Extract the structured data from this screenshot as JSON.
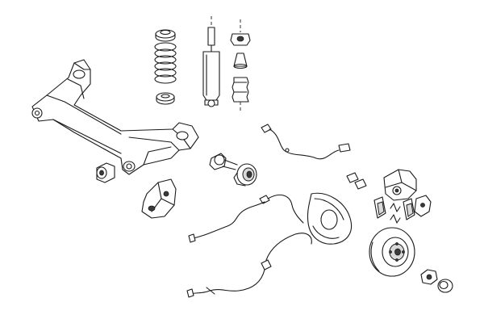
{
  "diagram": {
    "kind": "exploded-parts-drawing",
    "colors": {
      "line": "#1a1a1a",
      "background": "#ffffff",
      "shade": "#d9d9d9"
    },
    "parts": [
      "rear-axle-beam",
      "coil-spring",
      "spring-seat-top",
      "spring-seat-bottom",
      "shock-absorber",
      "bump-stop",
      "dust-boot",
      "strut-mount",
      "axle-bushing",
      "wheel-hub-bearing",
      "stub-axle",
      "axle-bracket",
      "abs-sensor-cable",
      "handbrake-cable-upper",
      "handbrake-cable-lower",
      "brake-backing-plate",
      "brake-caliper",
      "brake-pads",
      "pad-springs",
      "caliper-bracket",
      "brake-disc",
      "hub-nut",
      "hub-cap"
    ]
  }
}
